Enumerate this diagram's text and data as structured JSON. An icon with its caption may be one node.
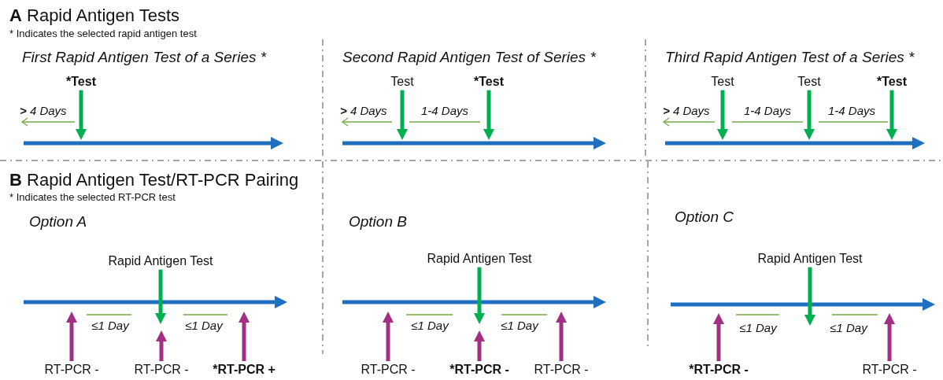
{
  "diagram": {
    "nodes": [
      {
        "text": [
          "*Test"
        ]
      },
      {
        "text": [
          "Test"
        ]
      },
      {
        "text": [
          "*Test"
        ]
      },
      {
        "text": [
          "Test"
        ]
      },
      {
        "text": [
          "Test"
        ]
      },
      {
        "text": [
          "*Test"
        ]
      },
      {
        "text": [
          "Rapid Antigen Test"
        ]
      },
      {
        "text": [
          "RT-PCR -"
        ]
      },
      {
        "text": [
          "RT-PCR -"
        ]
      },
      {
        "text": [
          "*RT-PCR +"
        ]
      },
      {
        "text": [
          "Rapid Antigen Test"
        ]
      },
      {
        "text": [
          "RT-PCR -"
        ]
      },
      {
        "text": [
          "*RT-PCR -"
        ]
      },
      {
        "text": [
          "RT-PCR -"
        ]
      },
      {
        "text": [
          "Rapid Antigen Test"
        ]
      },
      {
        "text": [
          "*RT-PCR -"
        ]
      },
      {
        "text": [
          "RT-PCR -"
        ]
      }
    ],
    "edges": [
      {
        "from": 0,
        "to": null,
        "arrow": "to"
      },
      {
        "from": 1,
        "to": null,
        "arrow": "to"
      },
      {
        "from": 2,
        "to": null,
        "arrow": "to"
      },
      {
        "from": 3,
        "to": null,
        "arrow": "to"
      },
      {
        "from": 4,
        "to": null,
        "arrow": "to"
      },
      {
        "from": 5,
        "to": null,
        "arrow": "to"
      },
      {
        "from": 6,
        "to": null,
        "arrow": "to"
      },
      {
        "from": 7,
        "to": null,
        "arrow": "to",
        "color": "#a32f84"
      },
      {
        "from": 8,
        "to": null,
        "arrow": "to",
        "color": "#a32f84"
      },
      {
        "from": 9,
        "to": null,
        "arrow": "to",
        "color": "#a32f84"
      },
      {
        "from": 10,
        "to": null,
        "arrow": "to"
      },
      {
        "from": 11,
        "to": null,
        "arrow": "to",
        "color": "#a32f84"
      },
      {
        "from": 12,
        "to": null,
        "arrow": "to",
        "color": "#a32f84"
      },
      {
        "from": 13,
        "to": null,
        "arrow": "to",
        "color": "#a32f84"
      },
      {
        "from": 14,
        "to": null,
        "arrow": "to"
      },
      {
        "from": 15,
        "to": null,
        "arrow": "to",
        "color": "#a32f84"
      },
      {
        "from": 16,
        "to": null,
        "arrow": "to",
        "color": "#a32f84"
      }
    ],
    "labels": [
      "**A** Rapid Antigen Tests",
      "* Indicates the selected rapid antigen test",
      "First Rapid Antigen Test of a Series *",
      "**>** *4 Days*",
      "Second Rapid Antigen Test of Series *",
      "**>** *4 Days*",
      "1-4 Days",
      "Third Rapid Antigen Test of a Series *",
      "**>** *4 Days*",
      "1-4 Days",
      "1-4 Days",
      "**B** Rapid Antigen Test/RT-PCR Pairing",
      "* Indicates the selected RT-PCR test",
      "Option A",
      "≤1 Day",
      "≤1 Day",
      "Option B",
      "≤1 Day",
      "≤1 Day",
      "Option C",
      "≤1 Day",
      "≤1 Day"
    ]
  }
}
